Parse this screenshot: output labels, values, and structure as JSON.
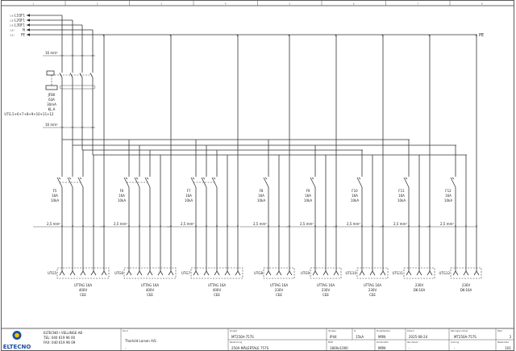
{
  "column_numbers": [
    "1",
    "2",
    "3",
    "4",
    "5",
    "6",
    "7",
    "8"
  ],
  "feeds": [
    {
      "ref": "2.8 / ",
      "label": "L1QF1"
    },
    {
      "ref": "2.8 / ",
      "label": "L2QF1"
    },
    {
      "ref": "2.8 / ",
      "label": "L3QF1"
    },
    {
      "ref": "2.8 / ",
      "label": "N"
    },
    {
      "ref": "2.8 / ",
      "label": "PE"
    }
  ],
  "pe_end_label": "PE",
  "main_cable_label_top": "16 mm²",
  "main_cable_label_bottom": "16 mm²",
  "rcd": {
    "name": "JFB6",
    "rating": "63A",
    "sensitivity": "30mA",
    "type": "KL.A",
    "feeds": "UTG.5+6+7+8+9+10+11+12"
  },
  "circuits": [
    {
      "breaker": "F5",
      "rating": "16A",
      "breaking": "10kA",
      "cable": "2,5 mm²",
      "outlet": "UTG5",
      "poles": 3,
      "desc": [
        "UTTAG 16A",
        "400V",
        "CEE"
      ]
    },
    {
      "breaker": "F6",
      "rating": "16A",
      "breaking": "10kA",
      "cable": "2,5 mm²",
      "outlet": "UTG6",
      "poles": 3,
      "desc": [
        "UTTAG 16A",
        "400V",
        "CEE"
      ]
    },
    {
      "breaker": "F7",
      "rating": "16A",
      "breaking": "10kA",
      "cable": "2,5 mm²",
      "outlet": "UTG7",
      "poles": 3,
      "desc": [
        "UTTAG 16A",
        "400V",
        "CEE"
      ]
    },
    {
      "breaker": "F8",
      "rating": "16A",
      "breaking": "10kA",
      "cable": "2,5 mm²",
      "outlet": "UTG8",
      "poles": 1,
      "desc": [
        "UTTAG 16A",
        "230V",
        "CEE"
      ]
    },
    {
      "breaker": "F9",
      "rating": "16A",
      "breaking": "10kA",
      "cable": "2,5 mm²",
      "outlet": "UTG9",
      "poles": 1,
      "desc": [
        "UTTAG 16A",
        "230V",
        "CEE"
      ]
    },
    {
      "breaker": "F10",
      "rating": "16A",
      "breaking": "10kA",
      "cable": "2,5 mm²",
      "outlet": "UTG10",
      "poles": 1,
      "desc": [
        "UTTAG 16A",
        "230V",
        "CEE"
      ]
    },
    {
      "breaker": "F11",
      "rating": "16A",
      "breaking": "10kA",
      "cable": "2,5 mm²",
      "outlet": "UTG11",
      "poles": 1,
      "desc": [
        "230V",
        "DK-16A"
      ]
    },
    {
      "breaker": "F12",
      "rating": "16A",
      "breaking": "10kA",
      "cable": "2,5 mm²",
      "outlet": "UTG12",
      "poles": 1,
      "desc": [
        "230V",
        "DK-16A"
      ]
    }
  ],
  "title_block": {
    "logo_text": "ELTECNO",
    "company": [
      "ELTECNO I VELLINGE AB",
      "TEL: 040 619 96 00",
      "FAX: 040 619 96 09"
    ],
    "customer_label": "Kund",
    "customer": "Thorkild Larsen A/S",
    "customer2": "-",
    "project_label": "Projekt",
    "project": "MT250A-757S",
    "description_label": "Beskrivning",
    "description": "250A MÄLERTALE 757S",
    "ip_label": "IP-klass",
    "ip": "IP44",
    "ik_label": "Ik",
    "ik": "15kA",
    "size_label": "Mått",
    "size": "1800x1000",
    "manager_label": "Projektledare",
    "manager": "MRN",
    "designer_label": "Konstruktör",
    "designer": "MRN",
    "date_label": "Datum",
    "date": "2025-08-24",
    "rev_date_label": "Rev.datum",
    "rev_date": "-",
    "drawing_label": "Ritningsnummer",
    "drawing": "MT250A-757S",
    "change_label": "Ändring",
    "change": "-",
    "sheet_label": "Blad",
    "sheet": "3",
    "next_label": "Nästa blad",
    "next": "101"
  }
}
